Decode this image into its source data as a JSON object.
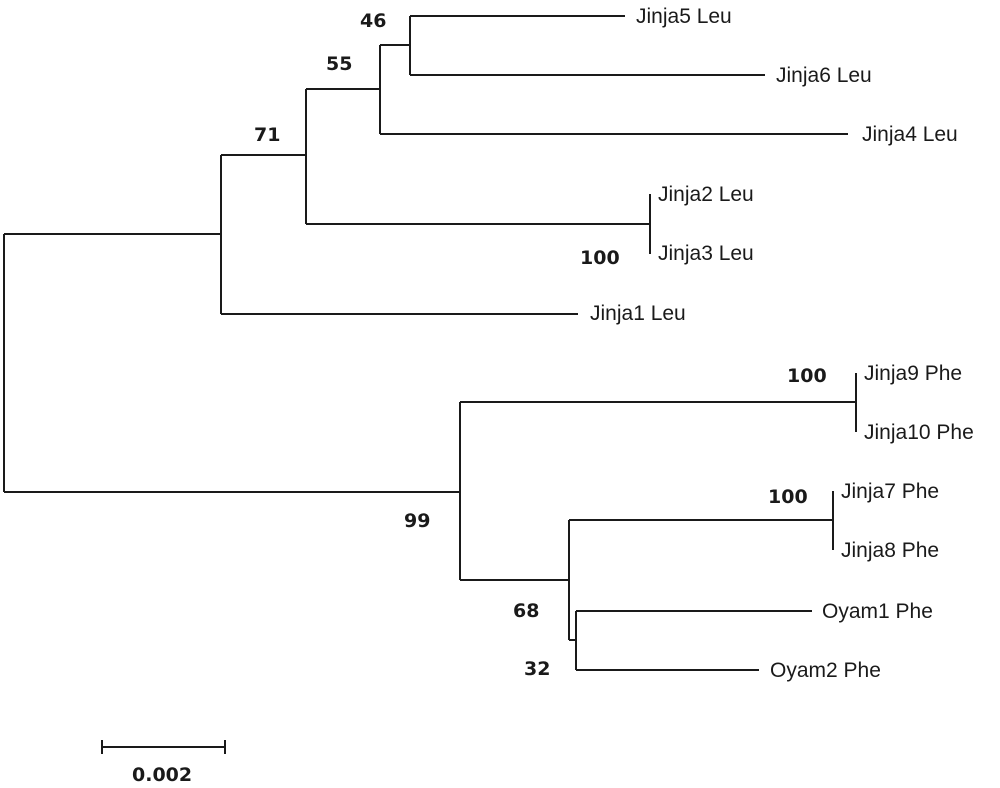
{
  "tree": {
    "taxa": [
      {
        "id": "t-jinja5",
        "label": "Jinja5 Leu"
      },
      {
        "id": "t-jinja6",
        "label": "Jinja6 Leu"
      },
      {
        "id": "t-jinja4",
        "label": "Jinja4 Leu"
      },
      {
        "id": "t-jinja2",
        "label": "Jinja2 Leu"
      },
      {
        "id": "t-jinja3",
        "label": "Jinja3 Leu"
      },
      {
        "id": "t-jinja1",
        "label": "Jinja1 Leu"
      },
      {
        "id": "t-jinja9",
        "label": "Jinja9 Phe"
      },
      {
        "id": "t-jinja10",
        "label": "Jinja10 Phe"
      },
      {
        "id": "t-jinja7",
        "label": "Jinja7 Phe"
      },
      {
        "id": "t-jinja8",
        "label": "Jinja8 Phe"
      },
      {
        "id": "t-oyam1",
        "label": "Oyam1 Phe"
      },
      {
        "id": "t-oyam2",
        "label": "Oyam2 Phe"
      }
    ],
    "support_values": [
      {
        "id": "node-46",
        "value": "46"
      },
      {
        "id": "node-55",
        "value": "55"
      },
      {
        "id": "node-71",
        "value": "71"
      },
      {
        "id": "node-100-a",
        "value": "100"
      },
      {
        "id": "node-100-b",
        "value": "100"
      },
      {
        "id": "node-99",
        "value": "99"
      },
      {
        "id": "node-100-c",
        "value": "100"
      },
      {
        "id": "node-68",
        "value": "68"
      },
      {
        "id": "node-32",
        "value": "32"
      }
    ]
  },
  "scale_bar": {
    "label": "0.002"
  },
  "colors": {
    "line": "#1a1a1a",
    "background": "#ffffff"
  }
}
